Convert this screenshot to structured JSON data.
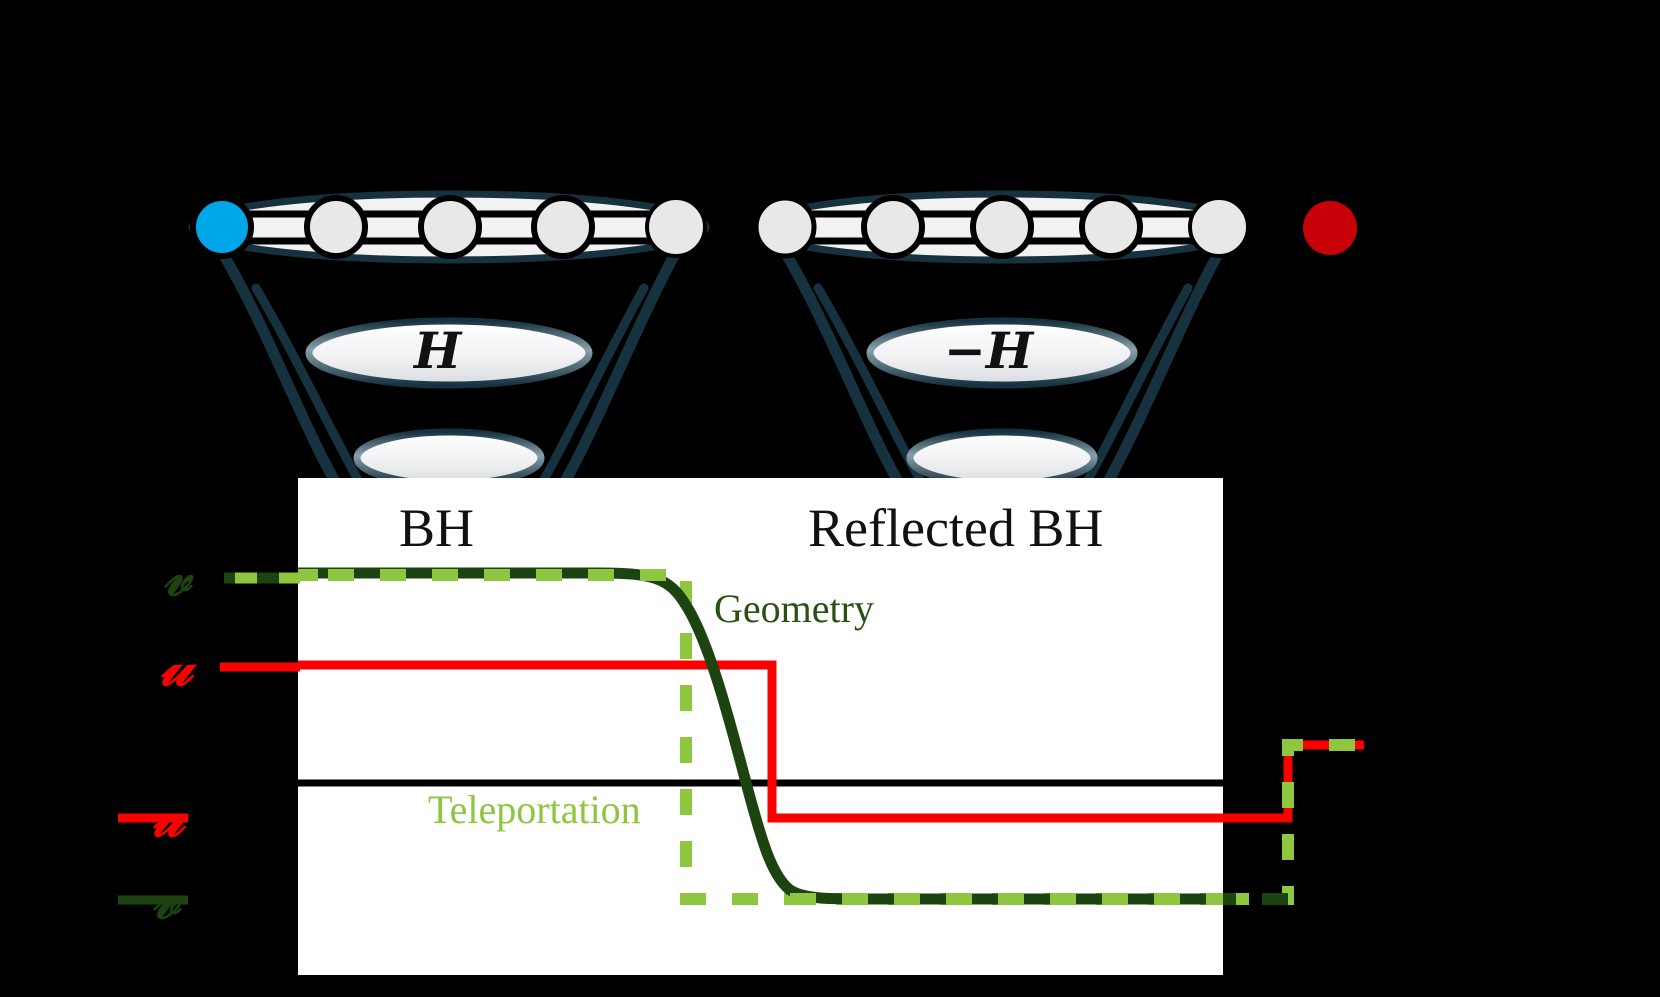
{
  "figure": {
    "background_color": "#000000",
    "panel_color": "#ffffff",
    "title_left": "BH",
    "title_right": "Reflected BH",
    "annotation_geometry": "Geometry",
    "annotation_teleportation": "Teleportation",
    "hamiltonian_left": "H",
    "hamiltonian_right": "−H"
  },
  "colors": {
    "dark_green": "#1d4310",
    "light_green": "#8dc martin",
    "light_green_hex": "#8dc63f",
    "red": "#fc0000",
    "blue_dot": "#00a7e8",
    "red_dot": "#c80008",
    "node_fill": "#e8e8e8",
    "node_stroke": "#000000",
    "funnel_stroke": "#16323f",
    "disk_fill": "#f0f0f2",
    "axis_black": "#000000"
  },
  "legend": [
    {
      "id": "v-plus",
      "label": "𝒴",
      "plain": "v",
      "color": "#1d4310",
      "style": "dashed-dual",
      "y": 578
    },
    {
      "id": "u-plus",
      "label": "𝒲",
      "plain": "u",
      "color": "#fc0000",
      "style": "solid",
      "y": 667
    },
    {
      "id": "u-minus",
      "label": "−𝒲",
      "plain": "-u",
      "color": "#fc0000",
      "style": "solid",
      "y": 818
    },
    {
      "id": "v-minus",
      "label": "−𝒴",
      "plain": "-v",
      "color": "#1d4310",
      "style": "solid",
      "y": 900
    }
  ],
  "left_bh": {
    "name": "BH",
    "nodes": [
      {
        "index": 0,
        "fill": "#00a7e8",
        "special": true
      },
      {
        "index": 1,
        "fill": "#e8e8e8",
        "special": false
      },
      {
        "index": 2,
        "fill": "#e8e8e8",
        "special": false
      },
      {
        "index": 3,
        "fill": "#e8e8e8",
        "special": false
      },
      {
        "index": 4,
        "fill": "#e8e8e8",
        "special": false
      }
    ],
    "disk_label": "H"
  },
  "right_bh": {
    "name": "Reflected BH",
    "nodes": [
      {
        "index": 0,
        "fill": "#e8e8e8",
        "special": false
      },
      {
        "index": 1,
        "fill": "#e8e8e8",
        "special": false
      },
      {
        "index": 2,
        "fill": "#e8e8e8",
        "special": false
      },
      {
        "index": 3,
        "fill": "#e8e8e8",
        "special": false
      },
      {
        "index": 4,
        "fill": "#e8e8e8",
        "special": false
      }
    ],
    "disk_label": "−H"
  },
  "extra_dot": {
    "name": "probe-qubit",
    "fill": "#c80008"
  },
  "chart_data": {
    "type": "line",
    "title": "",
    "xlabel": "",
    "ylabel": "",
    "xlim": [
      0,
      1
    ],
    "ylim": [
      -1.35,
      1.35
    ],
    "grid": false,
    "legend_position": "left-outside",
    "axis_line_y": 0,
    "series": [
      {
        "name": "v",
        "plain_name": "v",
        "color": "#1d4310",
        "style": "smooth-sigmoid",
        "description": "Geometry: smooth tanh-like transition from +1 to -1",
        "x": [
          0.0,
          0.1,
          0.2,
          0.3,
          0.4,
          0.45,
          0.48,
          0.5,
          0.52,
          0.55,
          0.58,
          0.62,
          0.7,
          0.8,
          0.9,
          1.0
        ],
        "y": [
          1.0,
          1.0,
          1.0,
          0.99,
          0.95,
          0.88,
          0.7,
          0.4,
          0.05,
          -0.55,
          -0.82,
          -0.95,
          -1.0,
          -1.0,
          -1.0,
          -1.0
        ]
      },
      {
        "name": "v-step",
        "plain_name": "v (teleportation)",
        "color": "#8dc63f",
        "style": "dashed-step",
        "description": "Teleportation: sharp step from +1 to -1 then back to 0 at the right edge",
        "x": [
          0.0,
          0.415,
          0.415,
          0.465,
          0.465,
          0.94,
          0.94,
          1.0
        ],
        "y": [
          1.0,
          1.0,
          -1.2,
          -1.2,
          -1.22,
          -1.22,
          0.04,
          0.04
        ]
      },
      {
        "name": "u",
        "plain_name": "u",
        "color": "#fc0000",
        "style": "step",
        "description": "Red step: +0.47 to -0.47, then rises at right edge",
        "x": [
          0.0,
          0.52,
          0.52,
          0.94,
          0.94,
          1.0
        ],
        "y": [
          0.47,
          0.47,
          -0.47,
          -0.47,
          0.04,
          0.04
        ]
      }
    ],
    "annotations": [
      {
        "text": "BH",
        "x": 0.1,
        "y": 1.22,
        "color": "#111111"
      },
      {
        "text": "Reflected BH",
        "x": 0.63,
        "y": 1.22,
        "color": "#111111"
      },
      {
        "text": "Geometry",
        "x": 0.46,
        "y": 0.85,
        "color": "#1d4310"
      },
      {
        "text": "Teleportation",
        "x": 0.13,
        "y": -0.33,
        "color": "#8dc63f"
      }
    ]
  }
}
